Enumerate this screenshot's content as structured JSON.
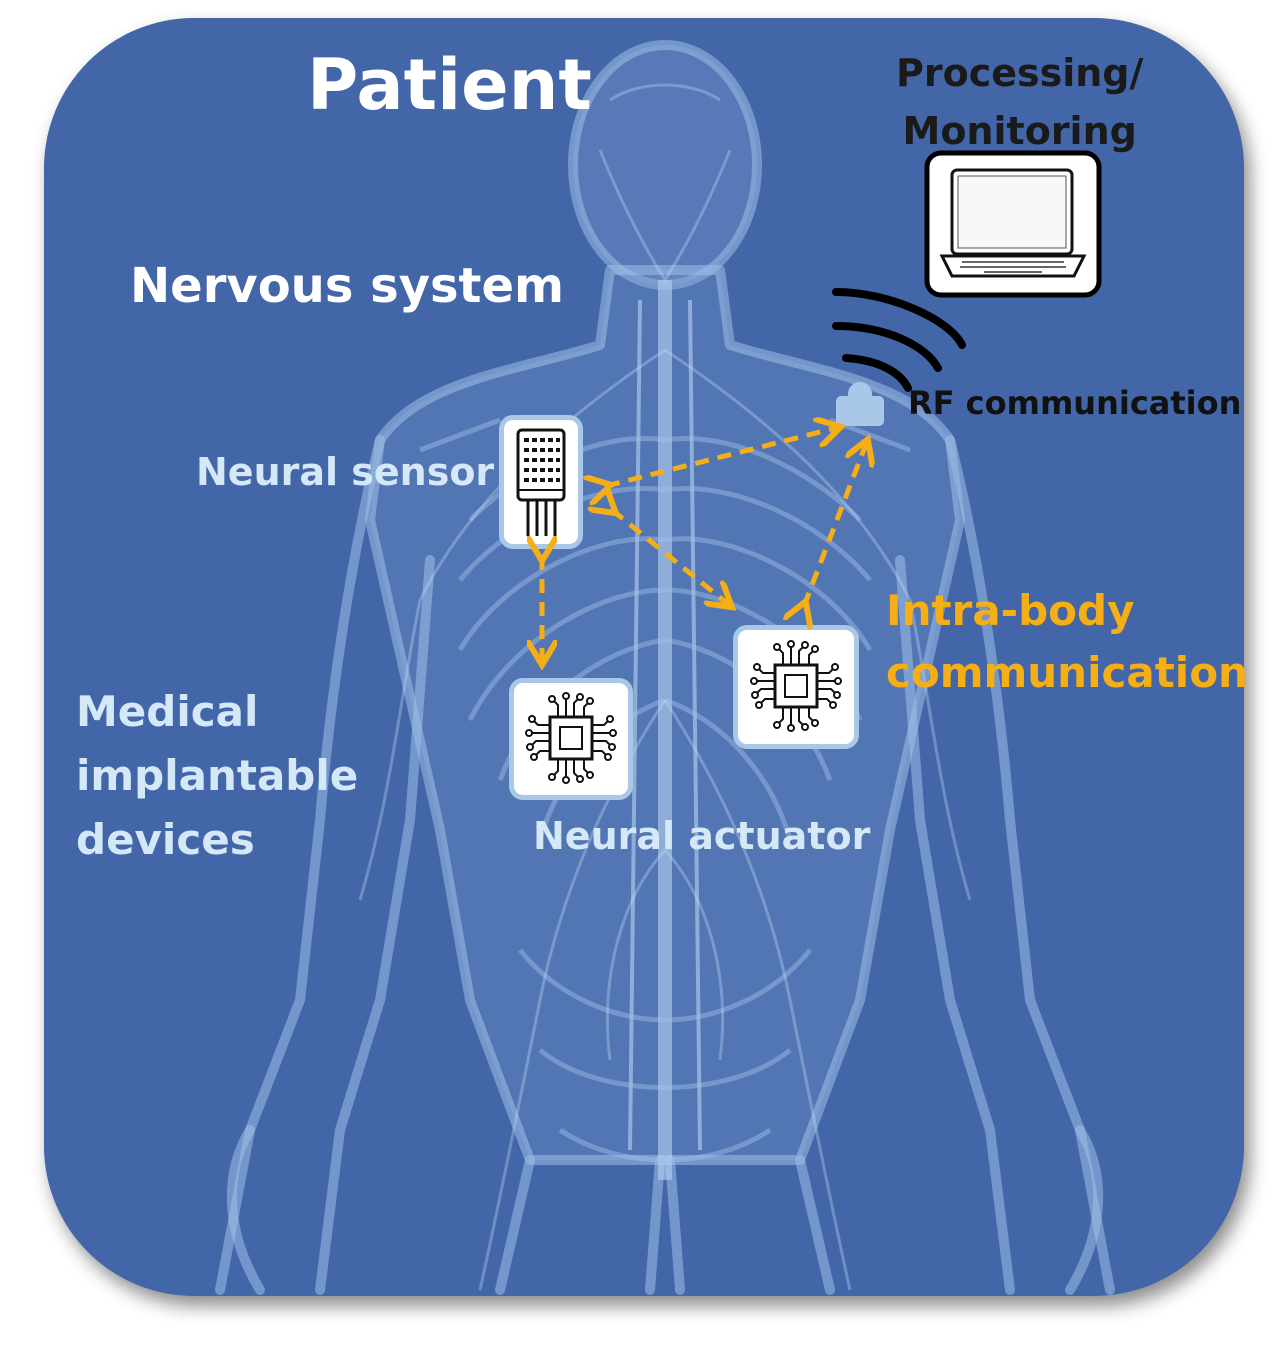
{
  "title": "Patient",
  "labels": {
    "nervous_system": "Nervous system",
    "neural_sensor": "Neural sensor",
    "medical_implantable_devices": [
      "Medical",
      "implantable",
      "devices"
    ],
    "neural_actuator": "Neural actuator",
    "intra_body_communication": [
      "Intra-body",
      "communication"
    ],
    "rf_communication": "RF communication",
    "processing_monitoring": [
      "Processing/",
      "Monitoring"
    ]
  },
  "colors": {
    "panel": "#4266a8",
    "body_outline": "#9fc0e8",
    "arrow": "#f5ae15",
    "device_border": "#a9c8e8",
    "light_text": "#d4e8f7"
  },
  "icons": [
    "laptop-icon",
    "wireless-waves-icon",
    "rf-transmitter-icon",
    "sensor-chip-icon",
    "microchip-icon"
  ]
}
